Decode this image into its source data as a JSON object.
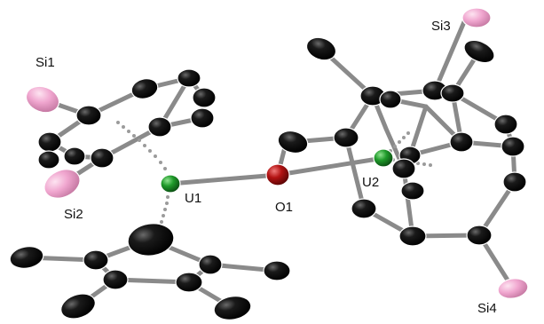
{
  "labels": {
    "si1": "Si1",
    "si2": "Si2",
    "si3": "Si3",
    "si4": "Si4",
    "u1": "U1",
    "u2": "U2",
    "o1": "O1"
  },
  "colors": {
    "carbon": "#111111",
    "silicon": "#f0a6cf",
    "uranium": "#1f9a2a",
    "oxygen": "#b31313",
    "bond": "#8a8a8a",
    "centroid_link": "#9b9b9b"
  }
}
